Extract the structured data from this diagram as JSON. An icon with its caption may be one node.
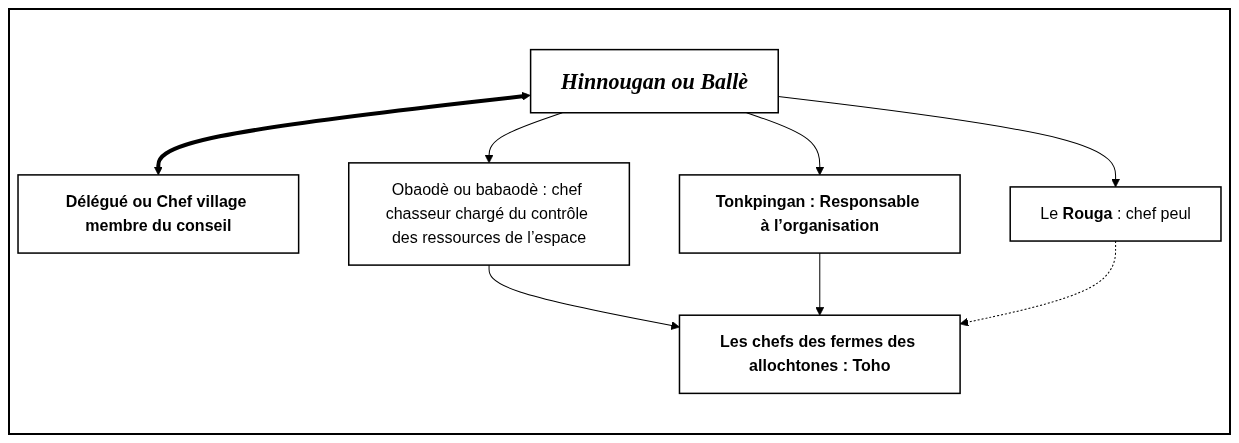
{
  "diagram": {
    "nodes": [
      {
        "text": [
          "Hinnougan ou Ballè"
        ]
      },
      {
        "text": [
          "Délégué ou Chef village membre du conseil"
        ]
      },
      {
        "text": [
          "Obaodè ou babaodè : chef chasseur chargé du contrôle des ressources de l’espace"
        ]
      },
      {
        "text": [
          "Tonkpingan : Responsable à l’organisation"
        ]
      },
      {
        "text": [
          "Le **Rouga** : chef peul"
        ]
      },
      {
        "text": [
          "Les chefs des fermes des allochtones : Toho"
        ]
      }
    ],
    "edges": [
      {
        "from": 0,
        "to": 1,
        "arrow": "both",
        "style": "thick"
      },
      {
        "from": 0,
        "to": 2,
        "arrow": "to"
      },
      {
        "from": 0,
        "to": 3,
        "arrow": "to"
      },
      {
        "from": 0,
        "to": 4,
        "arrow": "to"
      },
      {
        "from": 2,
        "to": 5,
        "arrow": "to"
      },
      {
        "from": 3,
        "to": 5,
        "arrow": "to"
      },
      {
        "from": 4,
        "to": 5,
        "arrow": "to",
        "style": "dashed"
      }
    ]
  }
}
